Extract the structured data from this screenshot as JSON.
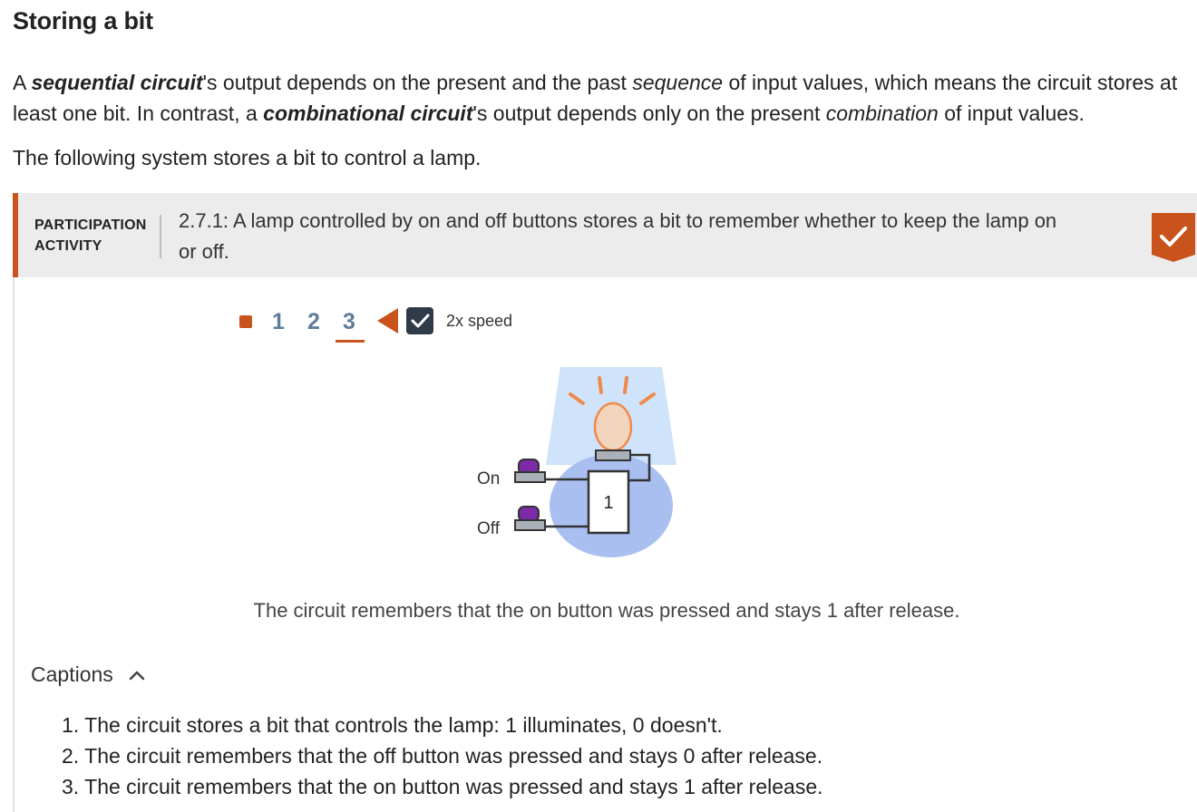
{
  "section_title": "Storing a bit",
  "intro": {
    "p1_a": "A ",
    "p1_term1": "sequential circuit",
    "p1_b": "'s output depends on the present and the past ",
    "p1_em1": "sequence",
    "p1_c": " of input values, which means the circuit stores at least one bit. In contrast, a ",
    "p1_term2": "combinational circuit",
    "p1_d": "'s output depends only on the present ",
    "p1_em2": "combination",
    "p1_e": " of input values.",
    "p2": "The following system stores a bit to control a lamp."
  },
  "activity": {
    "label_line1": "PARTICIPATION",
    "label_line2": "ACTIVITY",
    "title": "2.7.1: A lamp controlled by on and off buttons stores a bit to remember whether to keep the lamp on or off.",
    "completed_icon": "check-icon",
    "steps": [
      "1",
      "2",
      "3"
    ],
    "current_step": 3,
    "speed_checked": true,
    "speed_label": "2x speed",
    "diagram": {
      "on_label": "On",
      "off_label": "Off",
      "stored_bit": "1",
      "lamp_lit": true
    },
    "current_caption": "The circuit remembers that the on button was pressed and stays 1 after release.",
    "captions_label": "Captions",
    "captions": [
      "1. The circuit stores a bit that controls the lamp: 1 illuminates, 0 doesn't.",
      "2. The circuit remembers that the off button was pressed and stays 0 after release.",
      "3. The circuit remembers that the on button was pressed and stays 1 after release."
    ]
  },
  "colors": {
    "accent": "#c8531c",
    "step_number": "#5f7d9a",
    "button_top": "#7b2aa8",
    "lamp_glow": "#f08a4b",
    "blob": "#a9bff0"
  }
}
